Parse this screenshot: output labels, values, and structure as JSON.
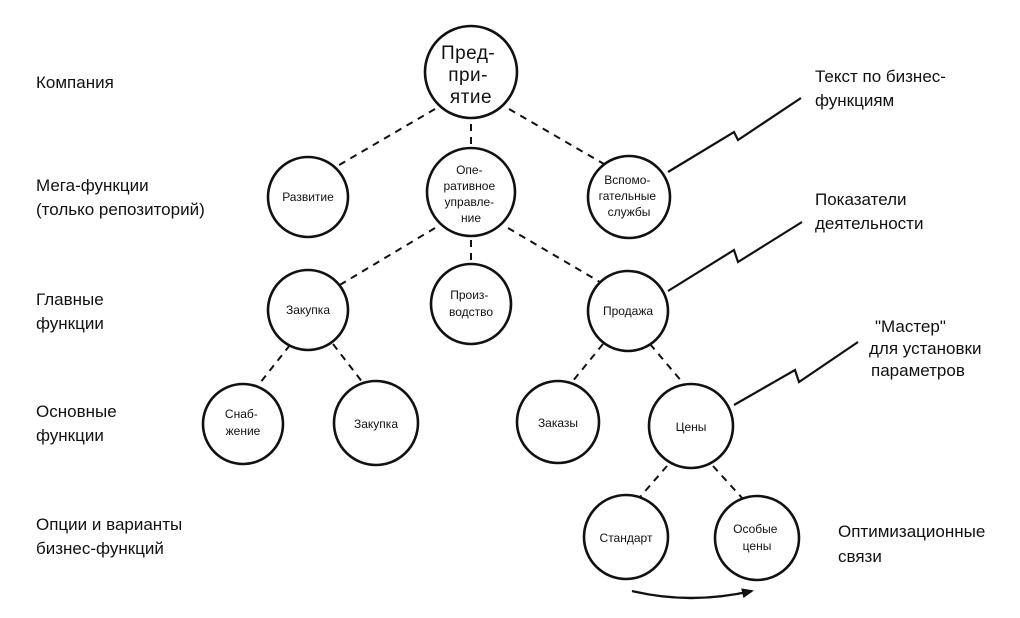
{
  "levels": [
    [
      "Компания"
    ],
    [
      "Мега-функции",
      "(только репозиторий)"
    ],
    [
      "Главные",
      "функции"
    ],
    [
      "Основные",
      "функции"
    ],
    [
      "Опции и варианты",
      "бизнес-функций"
    ]
  ],
  "nodes": {
    "root": [
      "Пред-",
      "при-",
      "ятие"
    ],
    "development": [
      "Развитие"
    ],
    "operations": [
      "Опе-",
      "ративное",
      "управле-",
      "ние"
    ],
    "auxiliary": [
      "Вспомо-",
      "гательные",
      "службы"
    ],
    "purchasing": [
      "Закупка"
    ],
    "production": [
      "Произ-",
      "водство"
    ],
    "sales": [
      "Продажа"
    ],
    "supply": [
      "Снаб-",
      "жение"
    ],
    "purchase": [
      "Закупка"
    ],
    "orders": [
      "Заказы"
    ],
    "prices": [
      "Цены"
    ],
    "standard": [
      "Стандарт"
    ],
    "special_prices": [
      "Особые",
      "цены"
    ]
  },
  "annotations": {
    "text": [
      "Текст по бизнес-",
      "функциям"
    ],
    "indicators": [
      "Показатели",
      "деятельности"
    ],
    "wizard": [
      "\"Мастер\"",
      "для установки",
      "параметров"
    ],
    "optimization": [
      "Оптимизационные",
      "связи"
    ]
  }
}
